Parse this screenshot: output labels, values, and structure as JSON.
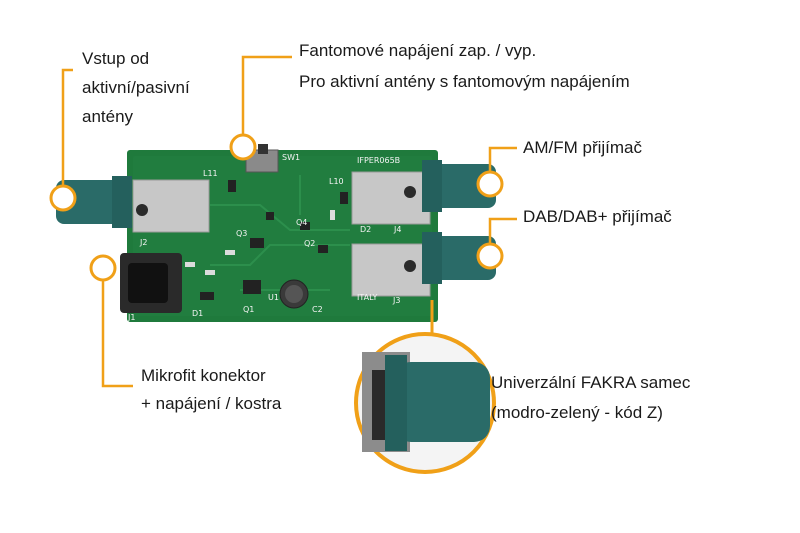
{
  "colors": {
    "callout": "#f0a018",
    "pcb": "#1f7a3c",
    "pcb_dark": "#15592b",
    "fakra_teal": "#2a6b68",
    "text": "#1a1a1a"
  },
  "labels": {
    "antenna_input": [
      "Vstup od",
      "aktivní/pasivní",
      "antény"
    ],
    "phantom_power": [
      "Fantomové napájení zap. / vyp.",
      "Pro aktivní antény s fantomovým napájením"
    ],
    "am_fm": "AM/FM přijímač",
    "dab": "DAB/DAB+ přijímač",
    "microfit": [
      "Mikrofit konektor",
      "+ napájení / kostra"
    ],
    "fakra": [
      "Univerzální FAKRA samec",
      "(modro-zelený - kód Z)"
    ]
  },
  "pcb_markings": {
    "part_number": "IFPER065B",
    "switch": "SW1",
    "origin": "ITALY",
    "refs": [
      "L11",
      "L10",
      "J2",
      "J4",
      "J3",
      "Q3",
      "Q2",
      "Q4",
      "D2",
      "D1",
      "Q1",
      "U1",
      "C2",
      "J1"
    ]
  }
}
